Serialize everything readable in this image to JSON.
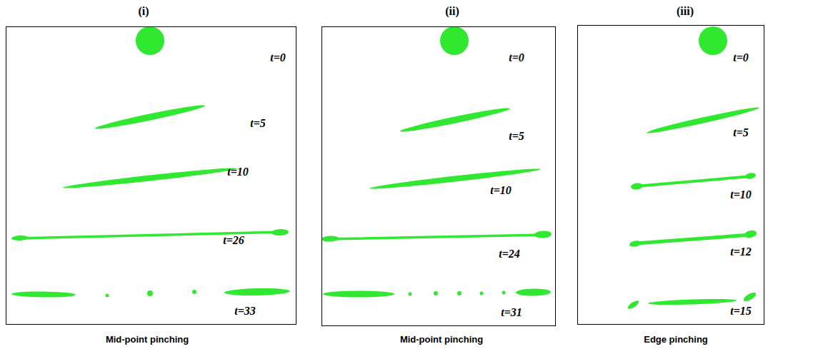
{
  "diagram": {
    "nodes": [
      {
        "text": [
          "(i)",
          "t=0",
          "t=5",
          "t=10",
          "t=26",
          "t=33",
          "Mid-point pinching"
        ]
      },
      {
        "text": [
          "(ii)",
          "t=0",
          "t=5",
          "t=10",
          "t=24",
          "t=31",
          "Mid-point pinching"
        ]
      },
      {
        "text": [
          "(iii)",
          "t=0",
          "t=5",
          "t=10",
          "t=12",
          "t=15",
          "Edge pinching"
        ]
      }
    ]
  }
}
